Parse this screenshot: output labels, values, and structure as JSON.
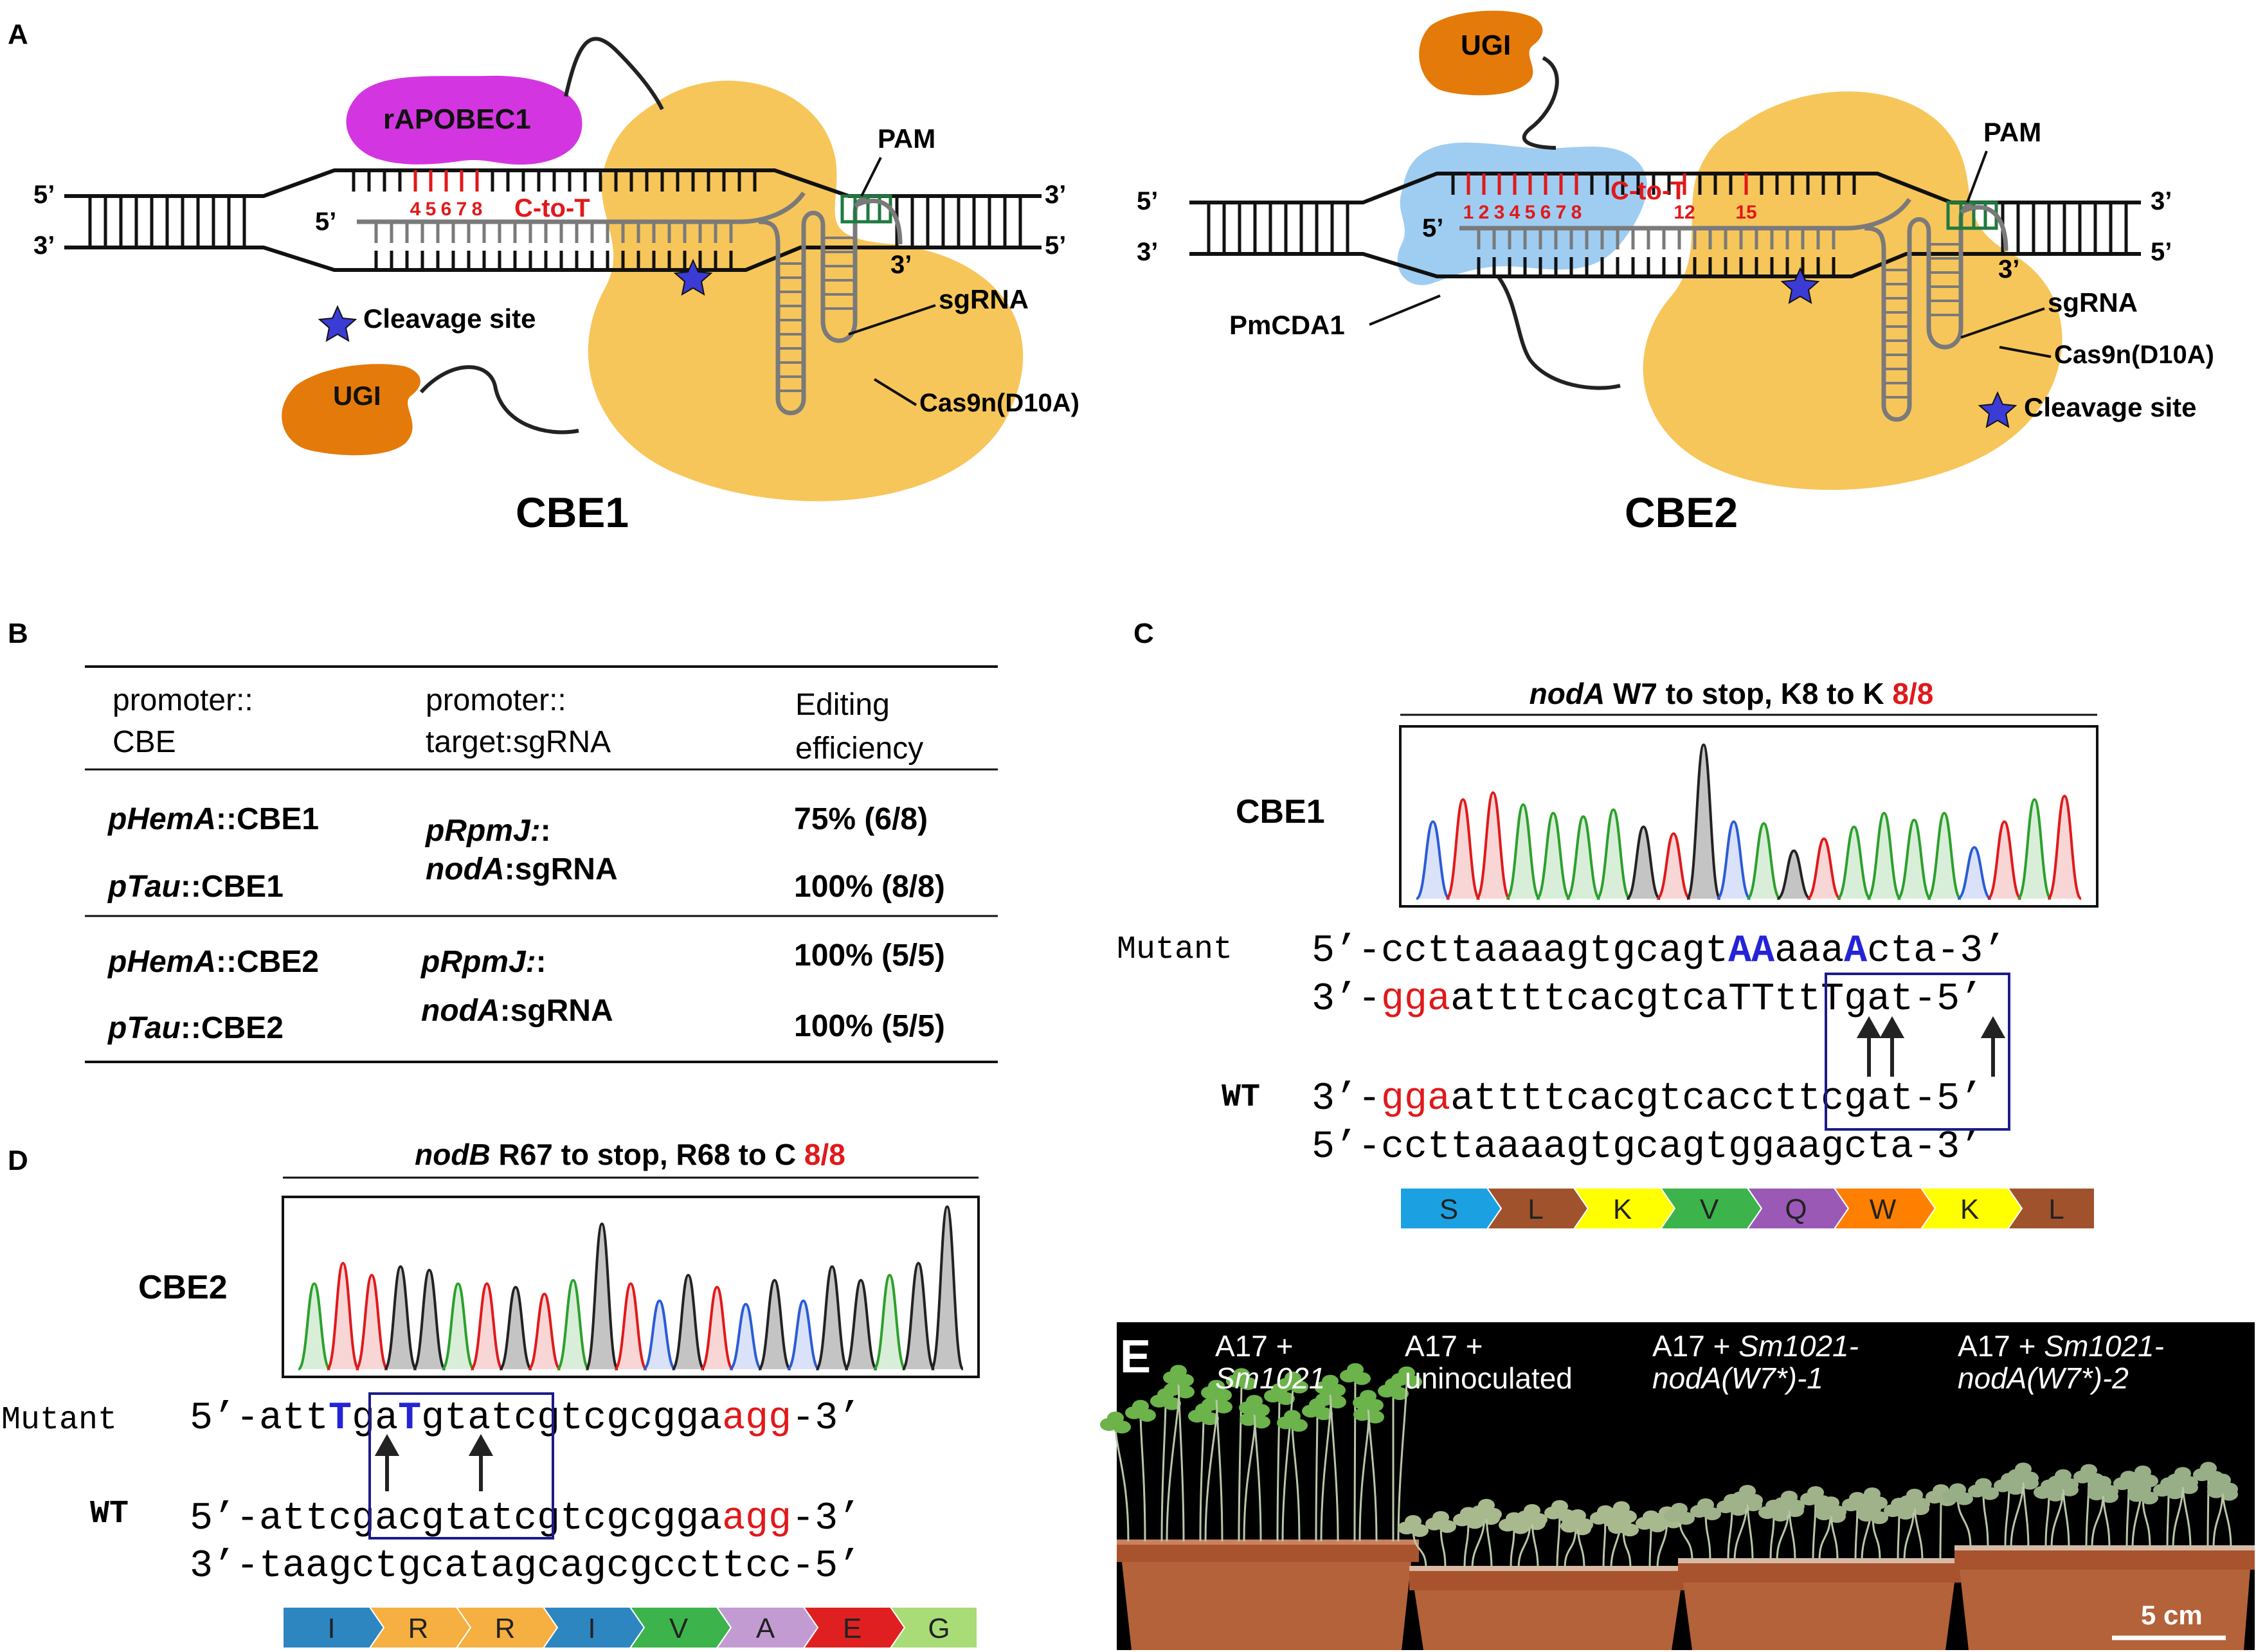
{
  "panels": {
    "A": {
      "letter": "A",
      "cbe1": {
        "title": "CBE1",
        "deaminase": "rAPOBEC1",
        "ugi": "UGI",
        "pam": "PAM",
        "edit_label": "C-to-T",
        "positions": [
          "4",
          "5",
          "6",
          "7",
          "8"
        ],
        "sgrna": "sgRNA",
        "cas9": "Cas9n(D10A)",
        "cleavage": "Cleavage site",
        "ends": {
          "top_left": "5’",
          "bottom_left": "3’",
          "top_right": "3’",
          "bottom_right": "5’",
          "guide_5": "5’",
          "guide_3": "3’"
        }
      },
      "cbe2": {
        "title": "CBE2",
        "deaminase": "PmCDA1",
        "ugi": "UGI",
        "pam": "PAM",
        "edit_label": "C-to-T",
        "positions": [
          "1",
          "2",
          "3",
          "4",
          "5",
          "6",
          "7",
          "8",
          "12",
          "15"
        ],
        "sgrna": "sgRNA",
        "cas9": "Cas9n(D10A)",
        "cleavage": "Cleavage site",
        "ends": {
          "top_left": "5’",
          "bottom_left": "3’",
          "top_right": "3’",
          "bottom_right": "5’",
          "guide_5": "5’",
          "guide_3": "3’"
        }
      }
    },
    "B": {
      "letter": "B",
      "headers": {
        "col1_line1": "promoter::",
        "col1_line2": "CBE",
        "col2_line1": "promoter::",
        "col2_line2": "target:sgRNA",
        "col3_line1": "Editing",
        "col3_line2": "efficiency"
      },
      "rows": [
        {
          "promoter_italic": "pHemA",
          "cbe": "::CBE1",
          "efficiency": "75% (6/8)"
        },
        {
          "promoter_italic": "pTau",
          "cbe": "::CBE1",
          "efficiency": "100% (8/8)"
        },
        {
          "promoter_italic": "pHemA",
          "cbe": "::CBE2",
          "efficiency": "100% (5/5)"
        },
        {
          "promoter_italic": "pTau",
          "cbe": "::CBE2",
          "efficiency": "100% (5/5)"
        }
      ],
      "sgrna_groups": [
        {
          "line1_italic": "pRpmJ:",
          "line1_rest": ":",
          "line2_italic": "nodA",
          "line2_rest": ":sgRNA"
        },
        {
          "line1_italic": "pRpmJ:",
          "line1_rest": ":",
          "line2_italic": "nodA",
          "line2_rest": ":sgRNA"
        }
      ]
    },
    "C": {
      "letter": "C",
      "title_gene": "nodA",
      "title_text": " W7 to stop, K8 to K ",
      "title_count": "8/8",
      "editor": "CBE1",
      "mutant_label": "Mutant",
      "wt_label": "WT",
      "mutant_top": [
        "5’-ccttaaaagtgcagt",
        "AA",
        "aaa",
        "A",
        "cta-3’"
      ],
      "mutant_bottom": [
        "3’-",
        "gga",
        "attttcacgtcaTTttTgat-5’"
      ],
      "wt_top": [
        "3’-",
        "gga",
        "attttcacgtcaccttcgat-5’"
      ],
      "wt_bottom": "5’-ccttaaaagtgcagtggaagcta-3’",
      "aa": [
        {
          "aa": "S",
          "color": "#1ba1e2"
        },
        {
          "aa": "L",
          "color": "#a0522d"
        },
        {
          "aa": "K",
          "color": "#ffff00"
        },
        {
          "aa": "V",
          "color": "#3cb44b"
        },
        {
          "aa": "Q",
          "color": "#9b59b6"
        },
        {
          "aa": "W",
          "color": "#ff7f00"
        },
        {
          "aa": "K",
          "color": "#ffff00"
        },
        {
          "aa": "L",
          "color": "#a0522d"
        }
      ]
    },
    "D": {
      "letter": "D",
      "title_gene": "nodB",
      "title_text": " R67 to stop, R68 to C ",
      "title_count": "8/8",
      "editor": "CBE2",
      "mutant_label": "Mutant",
      "wt_label": "WT",
      "mutant_top": [
        "5’-att",
        "T",
        "ga",
        "T",
        "gtatcgtcgcgga",
        "agg",
        "-3’"
      ],
      "wt_top": [
        "5’-attcgacgtatcgtcgcgga",
        "agg",
        "-3’"
      ],
      "wt_bottom": "3’-taagctgcatagcagcgccttcc-5’",
      "aa": [
        {
          "aa": "I",
          "color": "#2e86c1"
        },
        {
          "aa": "R",
          "color": "#f5b041"
        },
        {
          "aa": "R",
          "color": "#f5b041"
        },
        {
          "aa": "I",
          "color": "#2e86c1"
        },
        {
          "aa": "V",
          "color": "#3cb44b"
        },
        {
          "aa": "A",
          "color": "#c39bd3"
        },
        {
          "aa": "E",
          "color": "#e02020"
        },
        {
          "aa": "G",
          "color": "#a9dc76"
        }
      ]
    },
    "E": {
      "letter": "E",
      "groups": [
        {
          "line1": "A17 +",
          "line2_italic": "Sm1021",
          "line2_rest": ""
        },
        {
          "line1": "A17 +",
          "line2_italic": "",
          "line2_rest": "uninoculated"
        },
        {
          "line1_plain": "A17 + ",
          "line1_italic": "Sm1021-",
          "line2_italic": "nodA(W7*)-1",
          "line2_rest": ""
        },
        {
          "line1_plain": "A17 + ",
          "line1_italic": "Sm1021-",
          "line2_italic": "nodA(W7*)-2",
          "line2_rest": ""
        }
      ],
      "scale": "5 cm"
    }
  },
  "colors": {
    "red": "#e0191b",
    "blue_base": "#2424d6",
    "magenta": "#d336e0",
    "orange": "#e47a0a",
    "cas9": "#f7c65a",
    "pmcda1": "#9fcdf2",
    "pam_green": "#1f7a40",
    "guide_gray": "#7a7a7a"
  }
}
